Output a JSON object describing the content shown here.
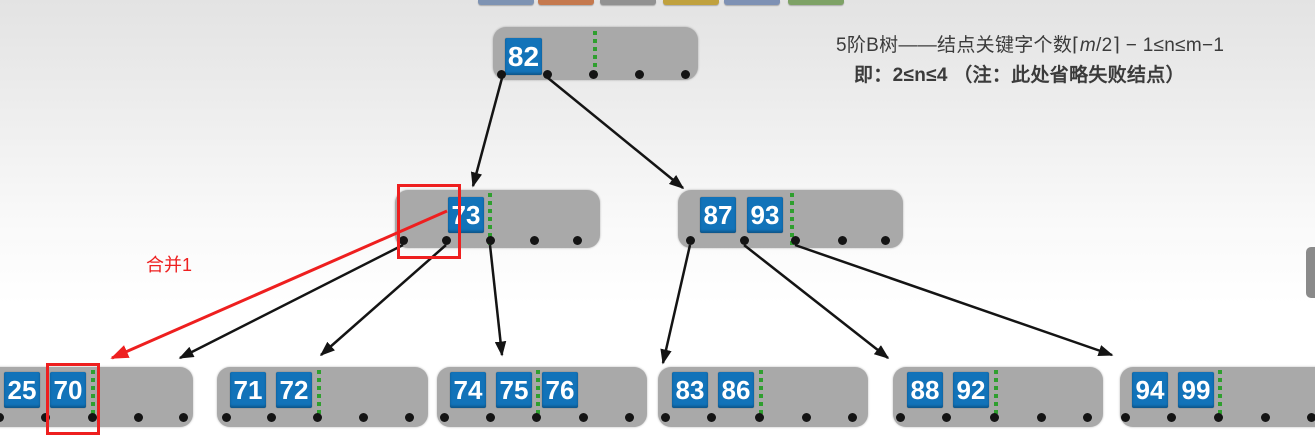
{
  "toolbar": {
    "swatch_colors": [
      "#7e93b3",
      "#c5794e",
      "#919191",
      "#c0a13e",
      "#7e91b4",
      "#7ea266"
    ]
  },
  "annotation": {
    "line1_prefix": "5阶B树——结点关键字个数⌈",
    "line1_italic": "m",
    "line1_suffix": "/2⌉ − 1≤n≤m−1",
    "line2": "即：2≤n≤4 （注：此处省略失败结点）"
  },
  "merge_label": "合并1",
  "tree": {
    "root": {
      "keys": [
        "82"
      ]
    },
    "internal": [
      {
        "keys": [
          "73"
        ]
      },
      {
        "keys": [
          "87",
          "93"
        ]
      }
    ],
    "leaves": [
      {
        "keys": [
          "25",
          "70"
        ]
      },
      {
        "keys": [
          "71",
          "72"
        ]
      },
      {
        "keys": [
          "74",
          "75",
          "76"
        ]
      },
      {
        "keys": [
          "83",
          "86"
        ]
      },
      {
        "keys": [
          "88",
          "92"
        ]
      },
      {
        "keys": [
          "94",
          "99"
        ]
      }
    ]
  },
  "colors": {
    "key_blue": "#1273b9",
    "node_gray": "#a9a9a9",
    "divider_green": "#2f9f2f",
    "highlight_red": "#ee1f1f"
  }
}
